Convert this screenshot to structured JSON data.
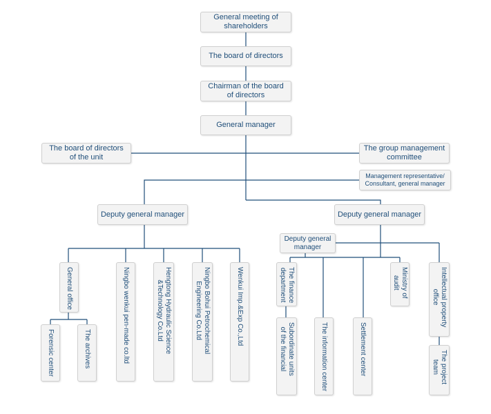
{
  "org_chart": {
    "general_meeting": "General meeting of\nshareholders",
    "board": "The board of directors",
    "chairman": "Chairman of the board\nof directors",
    "general_manager": "General manager",
    "board_unit": "The board of directors\nof the unit",
    "group_committee": "The group management\ncommittee",
    "mgmt_rep": "Management representative/\nConsultant, general manager",
    "deputy_left": "Deputy general manager",
    "deputy_right": "Deputy general manager",
    "deputy_sub": "Deputy general\nmanager",
    "general_office": "General office",
    "forensic": "Forensic center",
    "archives": "The archives",
    "ningbo_wenkui": "Ningbo wenkui pen-made co.ltd",
    "hengtong": "Hengtong Hydraulic Science\n&Technology Co.Ltd",
    "bohui": "Ningbo Bohui Petrochemical\nEngineering Co.Ltd",
    "wenkui_imp": "Wenkui Imp.&Exp Co.,Ltd",
    "finance": "The finance\ndepartment",
    "subordinate": "Subordinate units\nof the financial",
    "information": "The information center",
    "settlement": "Settlement center",
    "audit": "Ministry of\naudit",
    "ip_office": "Intellectual property\noffice",
    "project_team": "The project\nteam"
  },
  "colors": {
    "line": "#1f4e79",
    "text": "#1f4e79",
    "box_fill": "#f3f3f3",
    "box_border": "#cfcfcf"
  }
}
